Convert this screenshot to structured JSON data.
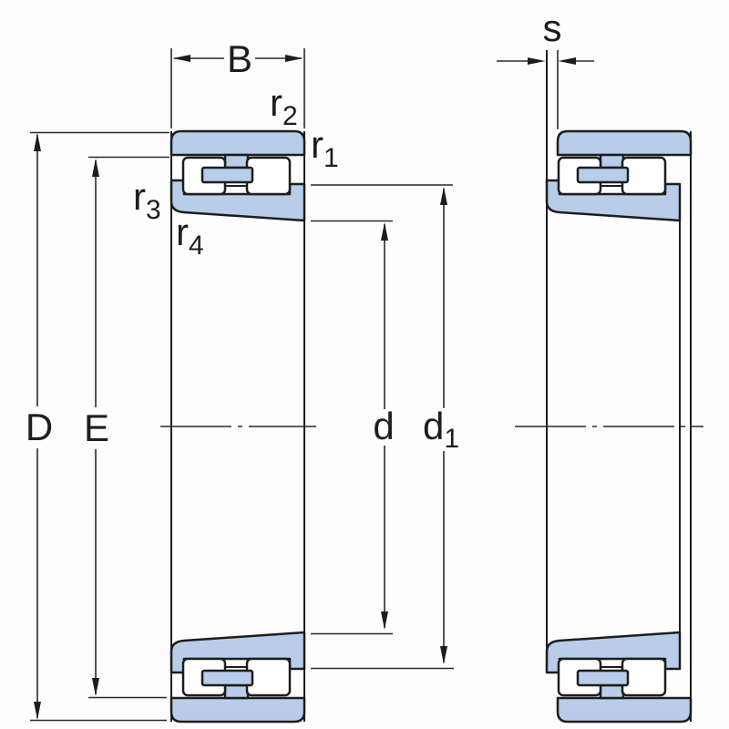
{
  "diagram": {
    "title": "Double-row cylindrical roller bearing — dimension drawing",
    "views": {
      "left": "bearing cross-section with boundary dimensions",
      "right": "bearing cross-section with inner ring axially displaced"
    },
    "labels": {
      "B": {
        "base": "B",
        "sub": ""
      },
      "D": {
        "base": "D",
        "sub": ""
      },
      "E": {
        "base": "E",
        "sub": ""
      },
      "d": {
        "base": "d",
        "sub": ""
      },
      "d1": {
        "base": "d",
        "sub": "1"
      },
      "r1": {
        "base": "r",
        "sub": "1"
      },
      "r2": {
        "base": "r",
        "sub": "2"
      },
      "r3": {
        "base": "r",
        "sub": "3"
      },
      "r4": {
        "base": "r",
        "sub": "4"
      },
      "s": {
        "base": "s",
        "sub": ""
      }
    },
    "colors": {
      "ring_fill": "#b7cdea",
      "roller_fill": "#ffffff",
      "line": "#1d1d1b",
      "background": "#ffffff"
    }
  }
}
